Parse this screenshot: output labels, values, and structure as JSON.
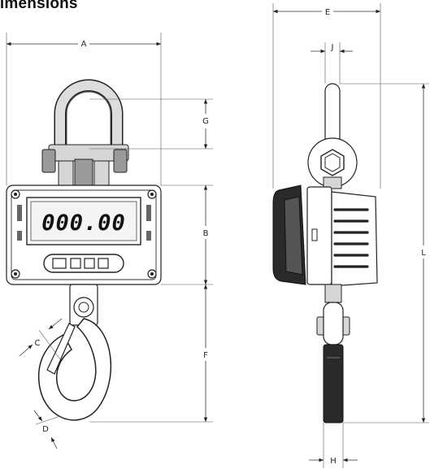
{
  "title": "Dimensions",
  "display": {
    "reading": "000.00"
  },
  "labels": {
    "A": "A",
    "B": "B",
    "C": "C",
    "D": "D",
    "E": "E",
    "F": "F",
    "G": "G",
    "H": "H",
    "J": "J",
    "L": "L"
  }
}
